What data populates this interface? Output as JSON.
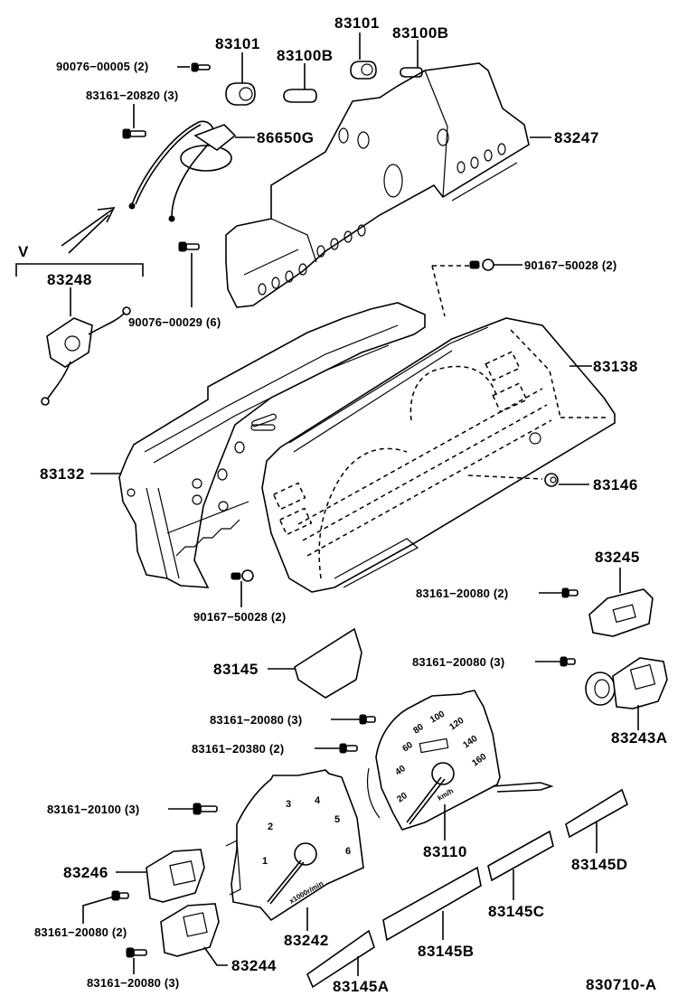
{
  "diagram": {
    "title_code": "830710-A",
    "view_marker": "V",
    "parts": {
      "p90076_00005": "90076−00005 (2)",
      "p83161_20820": "83161−20820 (3)",
      "p83101_a": "83101",
      "p83100B_a": "83100B",
      "p83101_b": "83101",
      "p83100B_b": "83100B",
      "p86650G": "86650G",
      "p83247": "83247",
      "p83248": "83248",
      "p90076_00029": "90076−00029 (6)",
      "p90167_50028_top": "90167−50028 (2)",
      "p83138": "83138",
      "p83132": "83132",
      "p83146": "83146",
      "p90167_50028_bot": "90167−50028 (2)",
      "p83245": "83245",
      "p83161_20080_2a": "83161−20080 (2)",
      "p83145": "83145",
      "p83161_20080_3a": "83161−20080 (3)",
      "p83243A": "83243A",
      "p83161_20080_3b": "83161−20080 (3)",
      "p83161_20380": "83161−20380 (2)",
      "p83161_20100": "83161−20100 (3)",
      "p83110": "83110",
      "p83246": "83246",
      "p83242": "83242",
      "p83145D": "83145D",
      "p83145C": "83145C",
      "p83161_20080_2b": "83161−20080 (2)",
      "p83244": "83244",
      "p83145B": "83145B",
      "p83161_20080_3c": "83161−20080 (3)",
      "p83145A": "83145A"
    },
    "speedometer": {
      "scale": [
        "20",
        "40",
        "60",
        "80",
        "100",
        "120",
        "140",
        "160"
      ],
      "unit": "km/h"
    },
    "tachometer": {
      "scale": [
        "1",
        "2",
        "3",
        "4",
        "5",
        "6"
      ],
      "unit": "x1000r/min"
    }
  }
}
